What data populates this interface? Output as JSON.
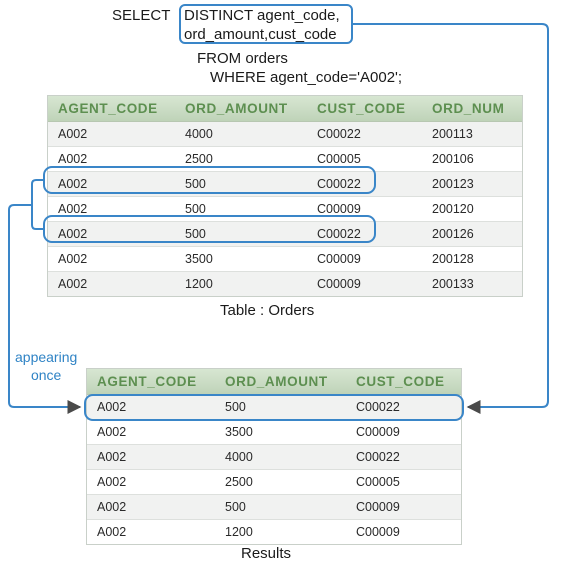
{
  "query": {
    "select_kw": "SELECT",
    "distinct_line": "DISTINCT agent_code,",
    "cols_line": "ord_amount,cust_code",
    "from_line": "FROM orders",
    "where_line": "WHERE agent_code='A002';"
  },
  "orders_table": {
    "caption": "Table : Orders",
    "columns": [
      "AGENT_CODE",
      "ORD_AMOUNT",
      "CUST_CODE",
      "ORD_NUM"
    ],
    "rows": [
      [
        "A002",
        "4000",
        "C00022",
        "200113"
      ],
      [
        "A002",
        "2500",
        "C00005",
        "200106"
      ],
      [
        "A002",
        "500",
        "C00022",
        "200123"
      ],
      [
        "A002",
        "500",
        "C00009",
        "200120"
      ],
      [
        "A002",
        "500",
        "C00022",
        "200126"
      ],
      [
        "A002",
        "3500",
        "C00009",
        "200128"
      ],
      [
        "A002",
        "1200",
        "C00009",
        "200133"
      ]
    ]
  },
  "results_table": {
    "caption": "Results",
    "columns": [
      "AGENT_CODE",
      "ORD_AMOUNT",
      "CUST_CODE"
    ],
    "rows": [
      [
        "A002",
        "500",
        "C00022"
      ],
      [
        "A002",
        "3500",
        "C00009"
      ],
      [
        "A002",
        "4000",
        "C00022"
      ],
      [
        "A002",
        "2500",
        "C00005"
      ],
      [
        "A002",
        "500",
        "C00009"
      ],
      [
        "A002",
        "1200",
        "C00009"
      ]
    ]
  },
  "annotation": {
    "line1": "appearing",
    "line2": "once"
  },
  "colors": {
    "accent": "#3a86c8",
    "header_text": "#5d8f50",
    "header_bg": "#c9dcc3"
  }
}
